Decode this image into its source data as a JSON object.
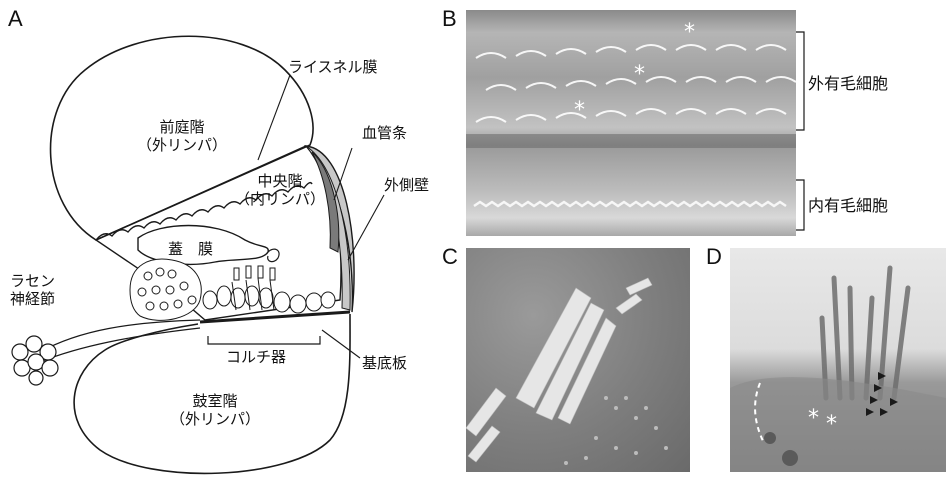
{
  "panels": {
    "a": {
      "letter": "A",
      "labels": {
        "reissner": "ライスネル膜",
        "vestibuli_1": "前庭階",
        "vestibuli_2": "（外リンパ）",
        "stria": "血管条",
        "media_1": "中央階",
        "media_2": "（内リンパ）",
        "lateral_wall": "外側壁",
        "tectorial": "蓋　膜",
        "ganglion_1": "ラセン",
        "ganglion_2": "神経節",
        "corti": "コルチ器",
        "basilar": "基底板",
        "tympani_1": "鼓室階",
        "tympani_2": "（外リンパ）"
      }
    },
    "b": {
      "letter": "B",
      "labels": {
        "outer": "外有毛細胞",
        "inner": "内有毛細胞"
      },
      "marker": "*"
    },
    "c": {
      "letter": "C"
    },
    "d": {
      "letter": "D",
      "marker": "*"
    }
  },
  "colors": {
    "line": "#1a1a1a",
    "gray_fill": "#c8c8c8",
    "dark_fill": "#7a7a7a"
  }
}
